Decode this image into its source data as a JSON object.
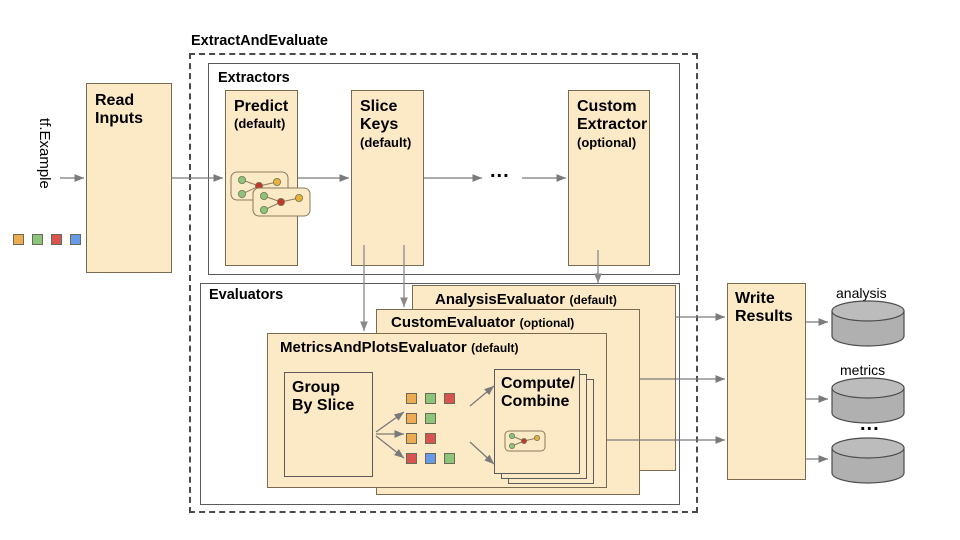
{
  "diagram": {
    "title_hidden": "",
    "input": {
      "stream_label": "tf.Example",
      "example_squares": [
        "#eeab52",
        "#8cc47a",
        "#d9534f",
        "#6699e8"
      ]
    },
    "read_inputs": {
      "label_line1": "Read",
      "label_line2": "Inputs"
    },
    "extract_and_evaluate": {
      "label": "ExtractAndEvaluate"
    },
    "extractors": {
      "label": "Extractors",
      "boxes": [
        {
          "title_line1": "Predict",
          "title_line2": "",
          "sub": "(default)",
          "icon": "graph-network-icon"
        },
        {
          "title_line1": "Slice",
          "title_line2": "Keys",
          "sub": "(default)",
          "icon": ""
        },
        {
          "title_line1": "Custom",
          "title_line2": "Extractor",
          "sub": "(optional)",
          "icon": ""
        }
      ],
      "ellipsis": "..."
    },
    "evaluators": {
      "label": "Evaluators",
      "stack": [
        {
          "name": "AnalysisEvaluator",
          "qualifier": "(default)"
        },
        {
          "name": "CustomEvaluator",
          "qualifier": "(optional)"
        },
        {
          "name": "MetricsAndPlotsEvaluator",
          "qualifier": "(default)"
        }
      ],
      "group_by_slice": {
        "line1": "Group",
        "line2": "By Slice"
      },
      "compute_combine": {
        "line1": "Compute/",
        "line2": "Combine",
        "icon": "graph-network-icon"
      },
      "slice_rows": [
        [
          "#eeab52",
          "#8cc47a",
          "#d9534f"
        ],
        [
          "#eeab52",
          "#8cc47a"
        ],
        [
          "#eeab52",
          "#d9534f"
        ],
        [
          "#d9534f",
          "#6699e8",
          "#8cc47a"
        ]
      ]
    },
    "write_results": {
      "label_line1": "Write",
      "label_line2": "Results"
    },
    "outputs": [
      {
        "label": "analysis",
        "icon": "database-cylinder-icon"
      },
      {
        "label": "metrics",
        "icon": "database-cylinder-icon"
      },
      {
        "label": "...",
        "icon": "database-cylinder-icon"
      }
    ],
    "colors": {
      "box_fill": "#fce9c6",
      "box_stroke": "#7a6a4f",
      "group_stroke": "#5b5b5b",
      "dashed_stroke": "#4a4a4a",
      "arrow": "#7a7a7a",
      "cylinder_fill": "#b0b0b0",
      "cylinder_stroke": "#4d4d4d"
    }
  }
}
